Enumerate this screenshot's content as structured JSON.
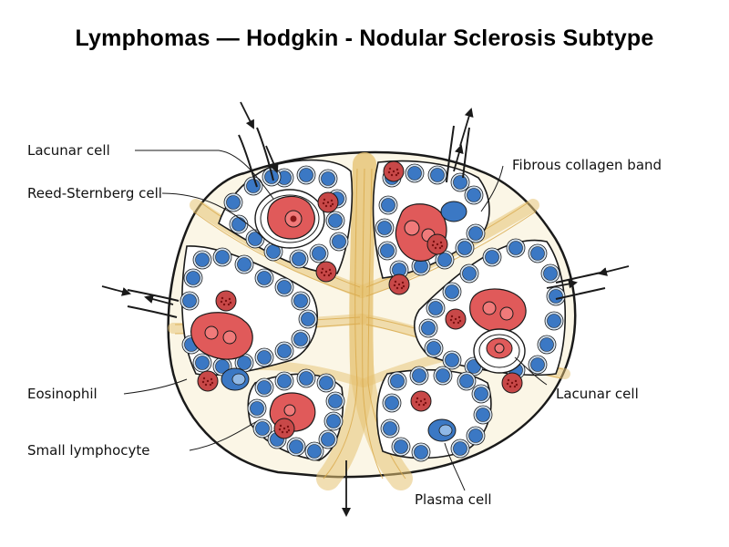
{
  "title": "Lymphomas — Hodgkin - Nodular Sclerosis Subtype",
  "labels": {
    "lacunar_cell_top": "Lacunar cell",
    "reed_sternberg_cell": "Reed-Sternberg cell",
    "fibrous_collagen_band": "Fibrous collagen band",
    "eosinophil": "Eosinophil",
    "small_lymphocyte": "Small lymphocyte",
    "lacunar_cell_right": "Lacunar cell",
    "plasma_cell": "Plasma cell"
  },
  "colors": {
    "lymphocyte": "#3b78c4",
    "lymphocyte_halo": "#d6e6f6",
    "large_cell": "#e05a5a",
    "eosinophil": "#c84848",
    "collagen": "#e8c87a",
    "node_bg": "#fbf6e6",
    "outline": "#1a1a1a"
  }
}
